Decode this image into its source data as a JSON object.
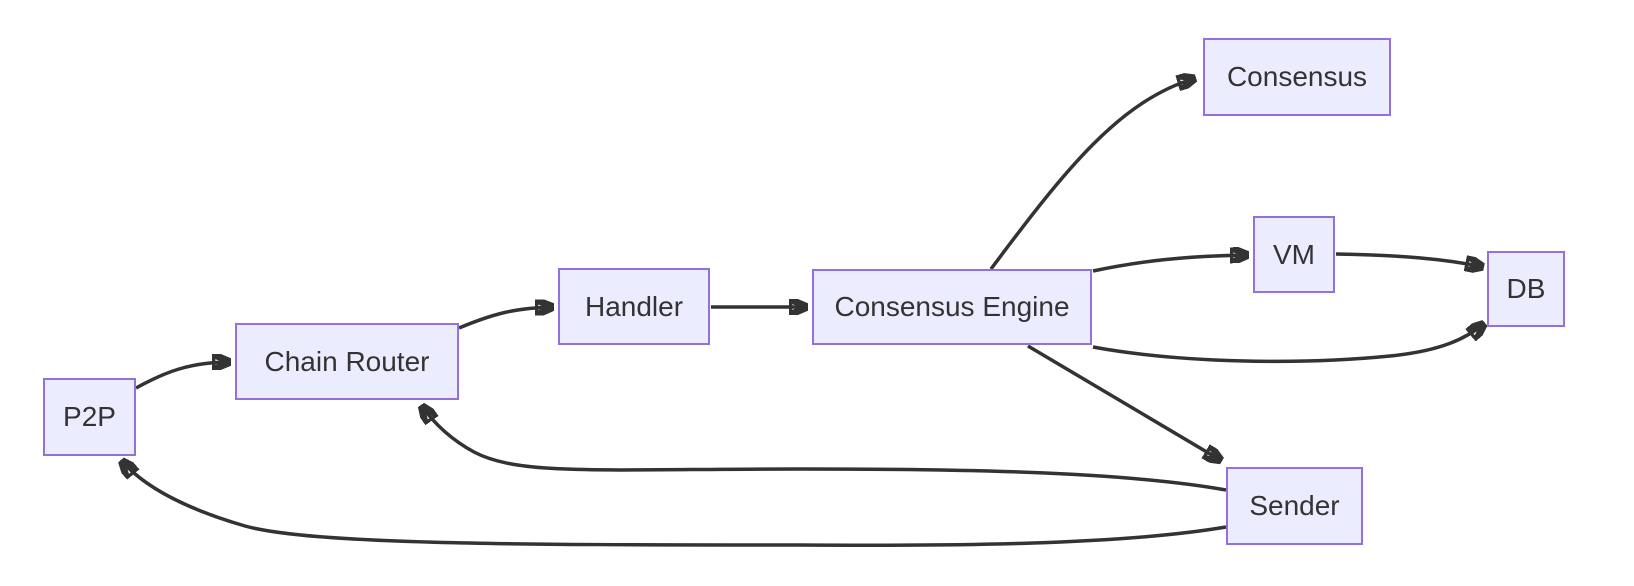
{
  "diagram": {
    "type": "flowchart",
    "background_color": "#ffffff",
    "node_fill_color": "#ECECFF",
    "node_border_color": "#9370DB",
    "node_text_color": "#333333",
    "edge_color": "#333333",
    "nodes": [
      {
        "id": "p2p",
        "label": "P2P"
      },
      {
        "id": "chain-router",
        "label": "Chain Router"
      },
      {
        "id": "handler",
        "label": "Handler"
      },
      {
        "id": "consensus-engine",
        "label": "Consensus Engine"
      },
      {
        "id": "consensus",
        "label": "Consensus"
      },
      {
        "id": "vm",
        "label": "VM"
      },
      {
        "id": "db",
        "label": "DB"
      },
      {
        "id": "sender",
        "label": "Sender"
      }
    ],
    "edges": [
      {
        "from": "P2P",
        "to": "Chain Router"
      },
      {
        "from": "Chain Router",
        "to": "Handler"
      },
      {
        "from": "Handler",
        "to": "Consensus Engine"
      },
      {
        "from": "Consensus Engine",
        "to": "Consensus"
      },
      {
        "from": "Consensus Engine",
        "to": "VM"
      },
      {
        "from": "VM",
        "to": "DB"
      },
      {
        "from": "Consensus Engine",
        "to": "DB"
      },
      {
        "from": "Consensus Engine",
        "to": "Sender"
      },
      {
        "from": "Sender",
        "to": "Chain Router"
      },
      {
        "from": "Sender",
        "to": "P2P"
      }
    ]
  }
}
